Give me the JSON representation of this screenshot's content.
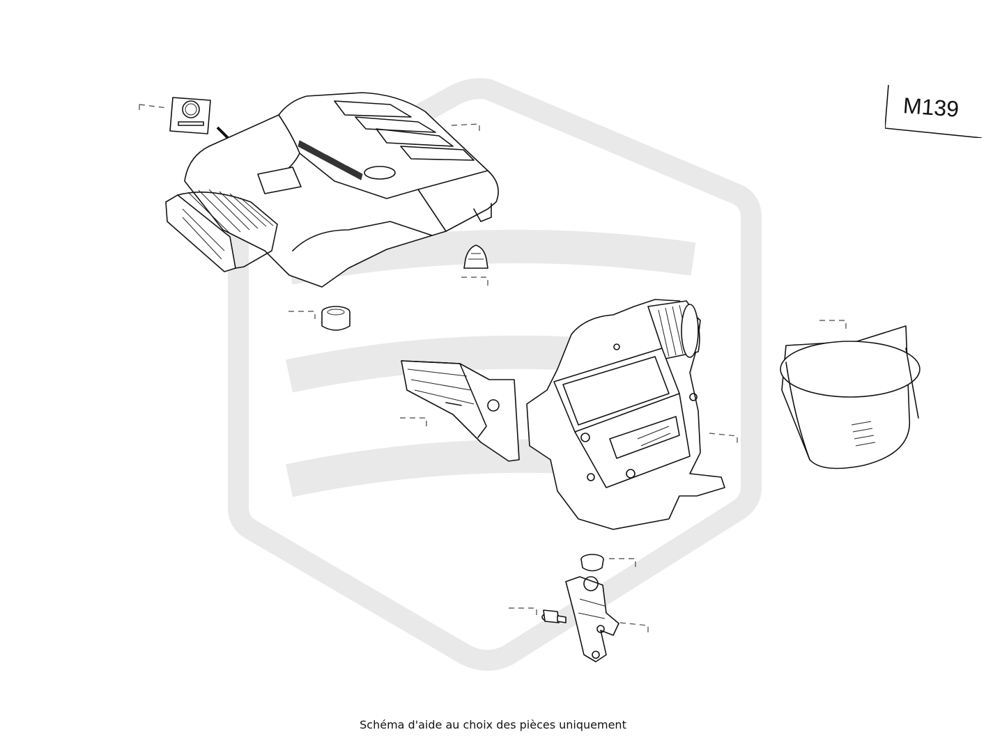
{
  "engine_code": "M139",
  "caption": "Schéma d'aide au choix des pièces uniquement",
  "parts": [
    "label-sticker",
    "engine-cover",
    "rubber-grommet",
    "cover-mount-bushing",
    "air-intake-duct",
    "air-filter-housing",
    "air-filter-element",
    "mounting-bracket",
    "bracket-grommet",
    "flange-bolt"
  ],
  "colors": {
    "watermark": "#e9e9e9",
    "line": "#111111"
  }
}
